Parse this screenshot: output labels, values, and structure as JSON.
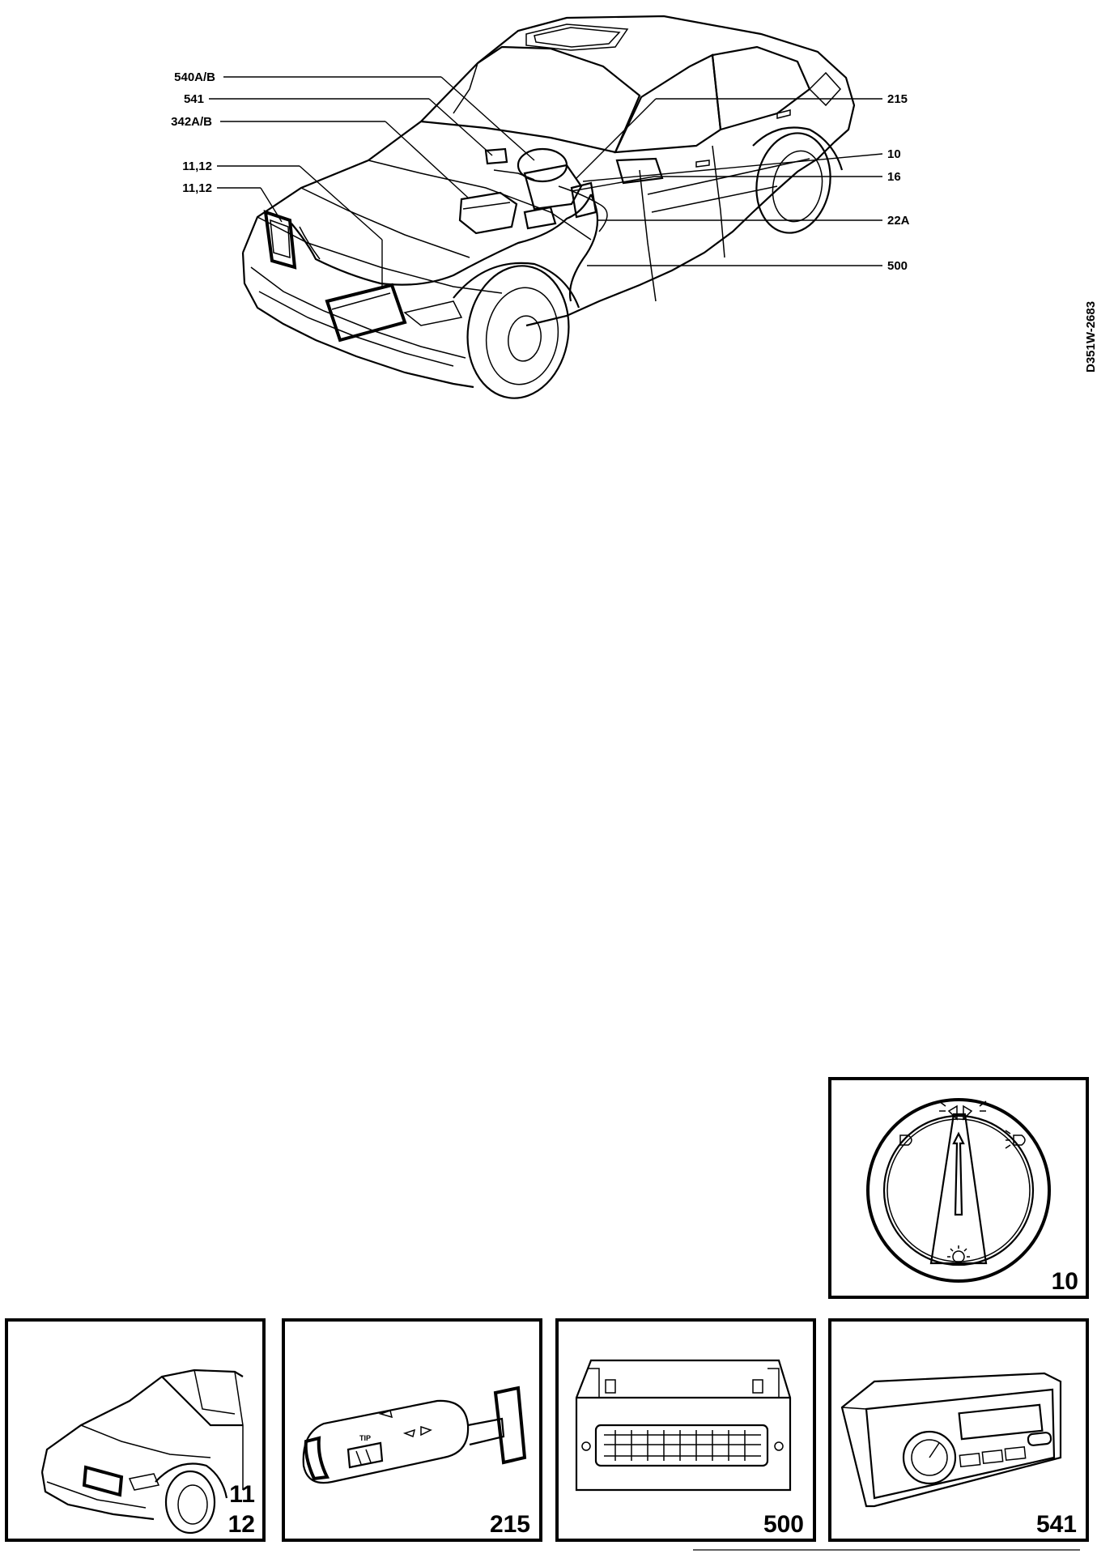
{
  "figure_code": "D351W-2683",
  "callouts": {
    "c540": "540A/B",
    "c541": "541",
    "c342": "342A/B",
    "c1112a": "11,12",
    "c1112b": "11,12",
    "c215": "215",
    "c10": "10",
    "c16": "16",
    "c22a": "22A",
    "c500": "500"
  },
  "panels": {
    "p10": "10",
    "p11": "11",
    "p12": "12",
    "p215": "215",
    "p500": "500",
    "p541": "541"
  },
  "switch_markings": {
    "tip": "TIP"
  }
}
